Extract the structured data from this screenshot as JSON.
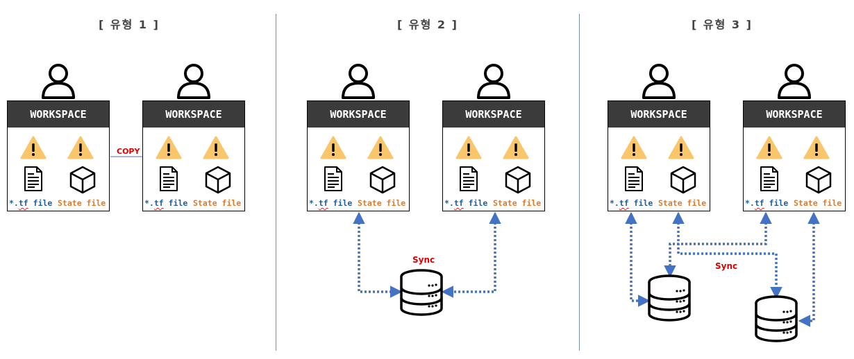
{
  "titles": [
    "[ 유형 1 ]",
    "[ 유형 2 ]",
    "[ 유형 3 ]"
  ],
  "workspace_label": "WORKSPACE",
  "tf_label_prefix": "*.",
  "tf_label_ext": "tf",
  "tf_label_suffix": " file",
  "state_label": "State file",
  "copy_label": "COPY",
  "sync_label": "Sync",
  "colors": {
    "header_bg": "#3b3b3b",
    "tf_text": "#1f5fa0",
    "state_text": "#e07b2a",
    "sync_arrow": "#4472c4",
    "warning_fill": "#f9c66b",
    "red_label": "#e00000"
  },
  "icons": [
    "person-icon",
    "warning-icon",
    "document-icon",
    "cube-icon",
    "database-icon"
  ]
}
